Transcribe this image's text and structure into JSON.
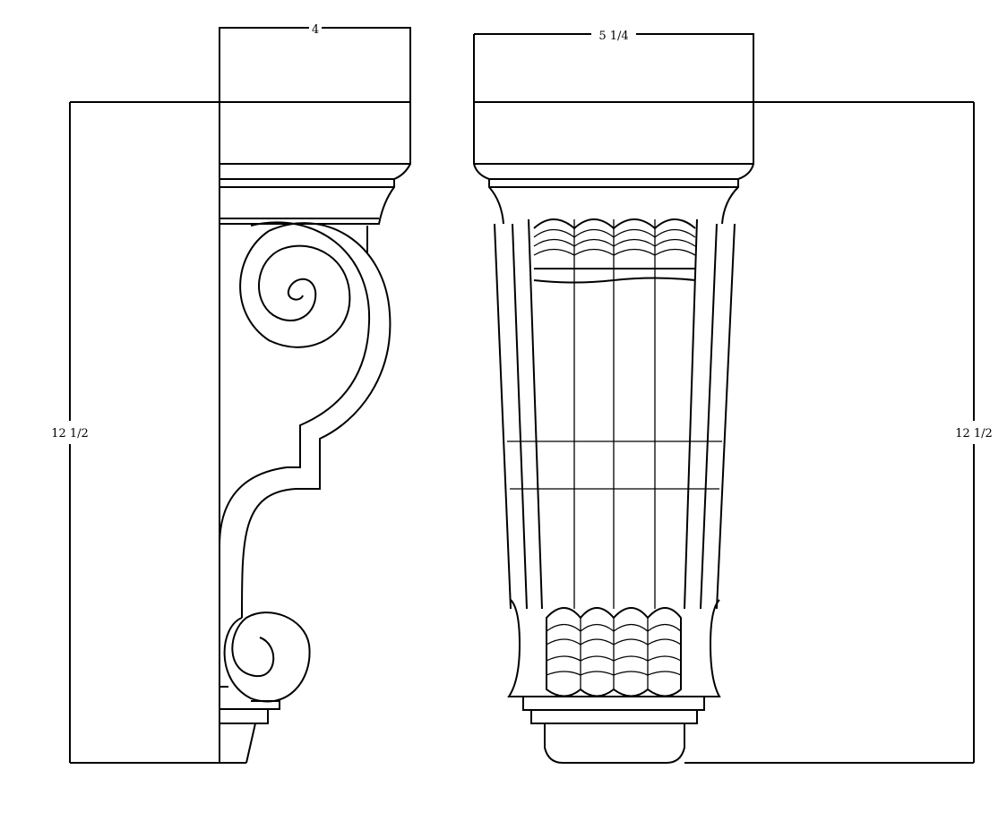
{
  "dimensions": {
    "side_width": "4",
    "front_width": "5 1/4",
    "left_height": "12 1/2",
    "right_height": "12 1/2"
  },
  "colors": {
    "line": "#000000",
    "background": "#ffffff"
  }
}
